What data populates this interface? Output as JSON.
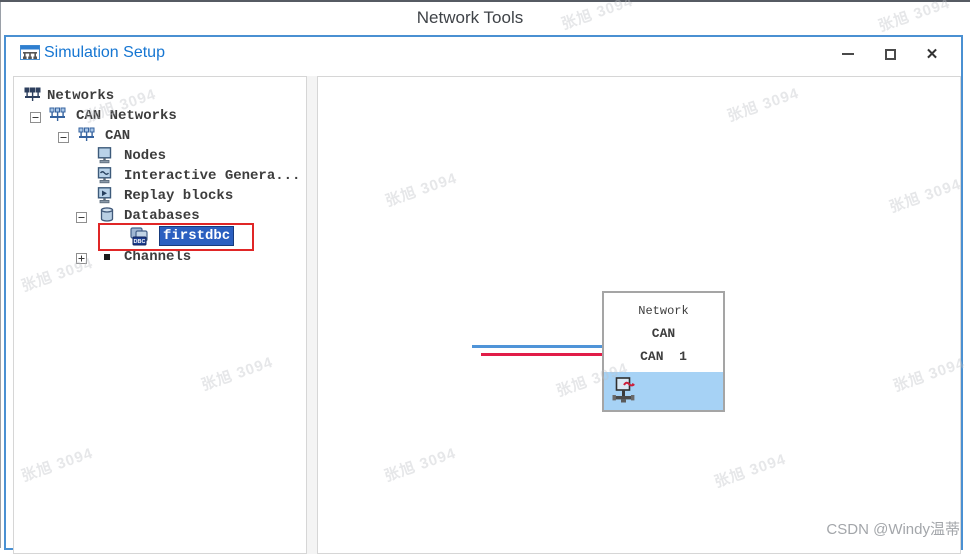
{
  "app": {
    "title": "Network Tools"
  },
  "window": {
    "title": "Simulation Setup",
    "controls": [
      {
        "name": "minimize"
      },
      {
        "name": "maximize"
      },
      {
        "name": "close",
        "glyph": "✕"
      }
    ]
  },
  "tree": {
    "items": [
      {
        "id": "networks",
        "label": "Networks",
        "icon": "network-dark",
        "expand": "none"
      },
      {
        "id": "can-networks",
        "label": "CAN Networks",
        "icon": "network",
        "expand": "minus"
      },
      {
        "id": "can",
        "label": "CAN",
        "icon": "network",
        "expand": "minus"
      },
      {
        "id": "nodes",
        "label": "Nodes",
        "icon": "node",
        "expand": "none"
      },
      {
        "id": "interactive-generators",
        "label": "Interactive Genera...",
        "icon": "node-wave",
        "expand": "none"
      },
      {
        "id": "replay-blocks",
        "label": "Replay blocks",
        "icon": "node-play",
        "expand": "none"
      },
      {
        "id": "databases",
        "label": "Databases",
        "icon": "database",
        "expand": "minus"
      },
      {
        "id": "firstdbc",
        "label": "firstdbc",
        "icon": "dbc",
        "expand": "none",
        "selected": true,
        "highlighted": true
      },
      {
        "id": "channels",
        "label": "Channels",
        "icon": "bullet",
        "expand": "plus"
      }
    ]
  },
  "diagram": {
    "network_box": {
      "title": "Network",
      "bus_type": "CAN",
      "channel": "CAN  1"
    },
    "bus_lines": [
      {
        "name": "bus-line-blue",
        "color": "#4f94d8"
      },
      {
        "name": "bus-line-red",
        "color": "#e11d48"
      }
    ]
  },
  "annotations": {
    "watermark_text": "张旭 3094",
    "credit": "CSDN @Windy温蒂"
  },
  "colors": {
    "window_border": "#4a90d2",
    "title_text": "#1676d2",
    "selection_bg": "#2b5fc0",
    "highlight_red": "#e02626",
    "footer_blue": "#a6d2f5"
  }
}
